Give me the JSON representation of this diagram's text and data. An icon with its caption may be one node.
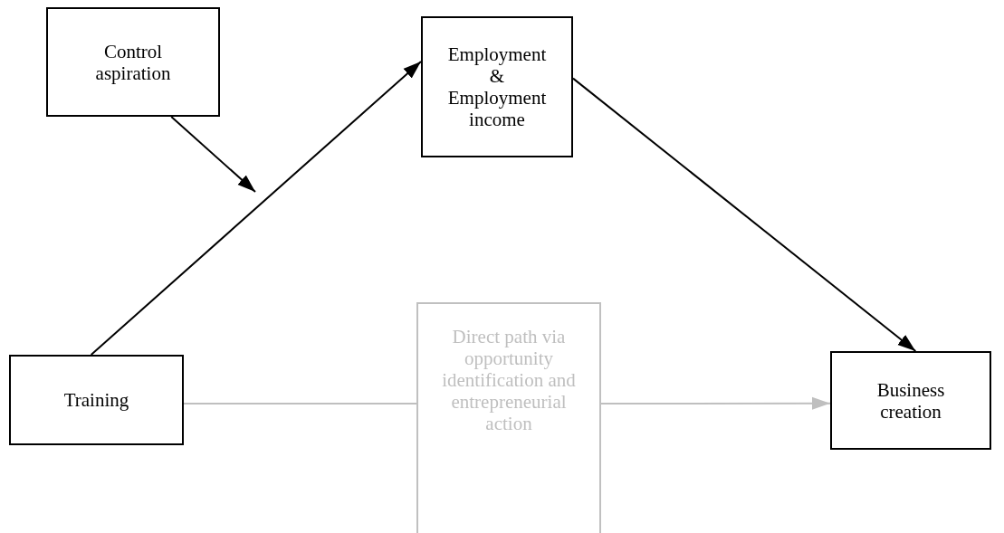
{
  "diagram": {
    "nodes": [
      {
        "text": [
          "Control aspiration"
        ]
      },
      {
        "text": [
          "Employment & Employment income"
        ]
      },
      {
        "text": [
          "Training"
        ]
      },
      {
        "text": [
          "Direct path via opportunity identification and entrepreneurial action"
        ]
      },
      {
        "text": [
          "Business creation"
        ]
      }
    ],
    "edges": [
      {
        "from": 0,
        "to": null,
        "arrow": "to"
      },
      {
        "from": 2,
        "to": 1,
        "arrow": "to"
      },
      {
        "from": 1,
        "to": 4,
        "arrow": "to"
      },
      {
        "from": 2,
        "to": 3,
        "arrow": "none",
        "color": "#bfbfbf"
      },
      {
        "from": 3,
        "to": 4,
        "arrow": "to",
        "color": "#bfbfbf"
      }
    ]
  }
}
